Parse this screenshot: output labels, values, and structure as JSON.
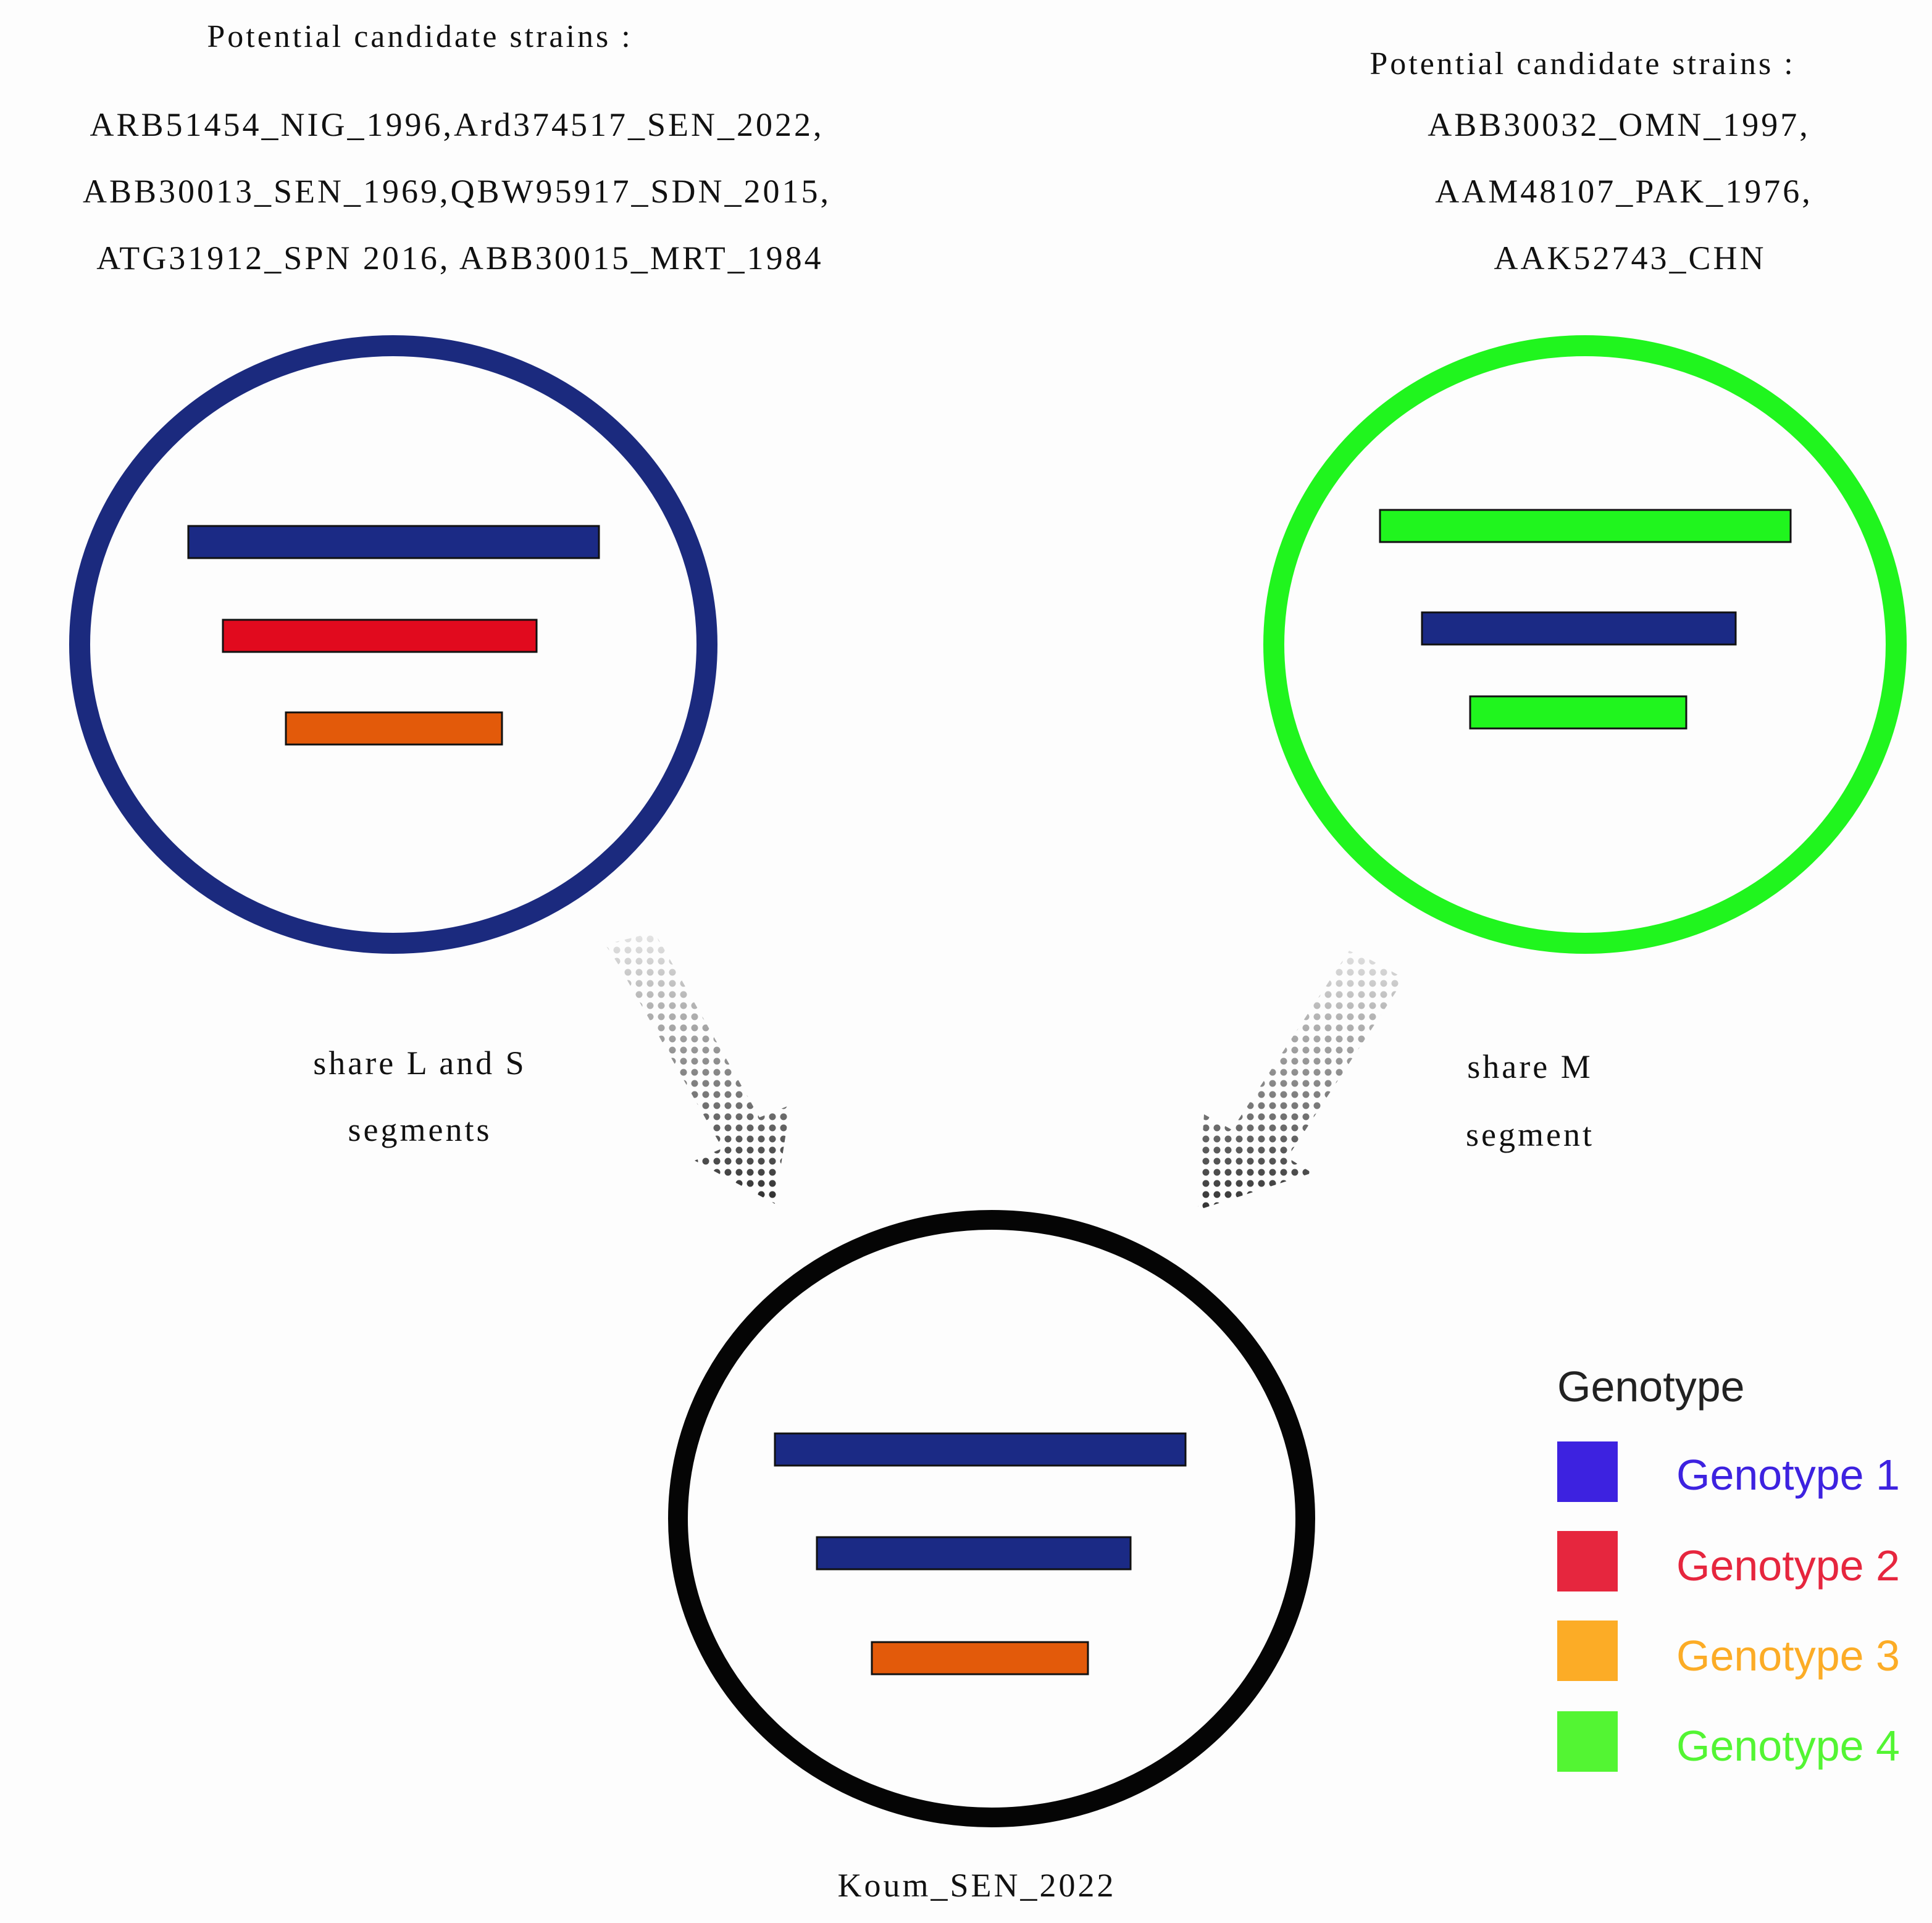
{
  "left_group": {
    "heading": "Potential candidate strains :",
    "strains": [
      "ARB51454_NIG_1996,Ard374517_SEN_2022,",
      "ABB30013_SEN_1969,QBW95917_SDN_2015,",
      "ATG31912_SPN 2016, ABB30015_MRT_1984"
    ],
    "ring_color": "#1b2a7e",
    "segments": [
      {
        "genotype": "Genotype 1",
        "color": "#1b2a85"
      },
      {
        "genotype": "Genotype 2",
        "color": "#e10a1e"
      },
      {
        "genotype": "Genotype 3",
        "color": "#e35a0a"
      }
    ],
    "arrow_label": [
      "share L and S",
      "segments"
    ]
  },
  "right_group": {
    "heading": "Potential candidate strains :",
    "strains": [
      "ABB30032_OMN_1997,",
      "AAM48107_PAK_1976,",
      "AAK52743_CHN"
    ],
    "ring_color": "#20f51e",
    "segments": [
      {
        "genotype": "Genotype 4",
        "color": "#20f51e"
      },
      {
        "genotype": "Genotype 1",
        "color": "#1b2a85"
      },
      {
        "genotype": "Genotype 4",
        "color": "#20f51e"
      }
    ],
    "arrow_label": [
      "share M",
      "segment"
    ]
  },
  "result": {
    "label": "Koum_SEN_2022",
    "ring_color": "#050505",
    "segments": [
      {
        "genotype": "Genotype 1",
        "color": "#1b2a85"
      },
      {
        "genotype": "Genotype 1",
        "color": "#1b2a85"
      },
      {
        "genotype": "Genotype 3",
        "color": "#e35a0a"
      }
    ]
  },
  "legend": {
    "title": "Genotype",
    "items": [
      {
        "label": "Genotype 1",
        "color": "#3d22e0"
      },
      {
        "label": "Genotype 2",
        "color": "#e6263e"
      },
      {
        "label": "Genotype 3",
        "color": "#fcac26"
      },
      {
        "label": "Genotype 4",
        "color": "#53f533"
      }
    ]
  }
}
